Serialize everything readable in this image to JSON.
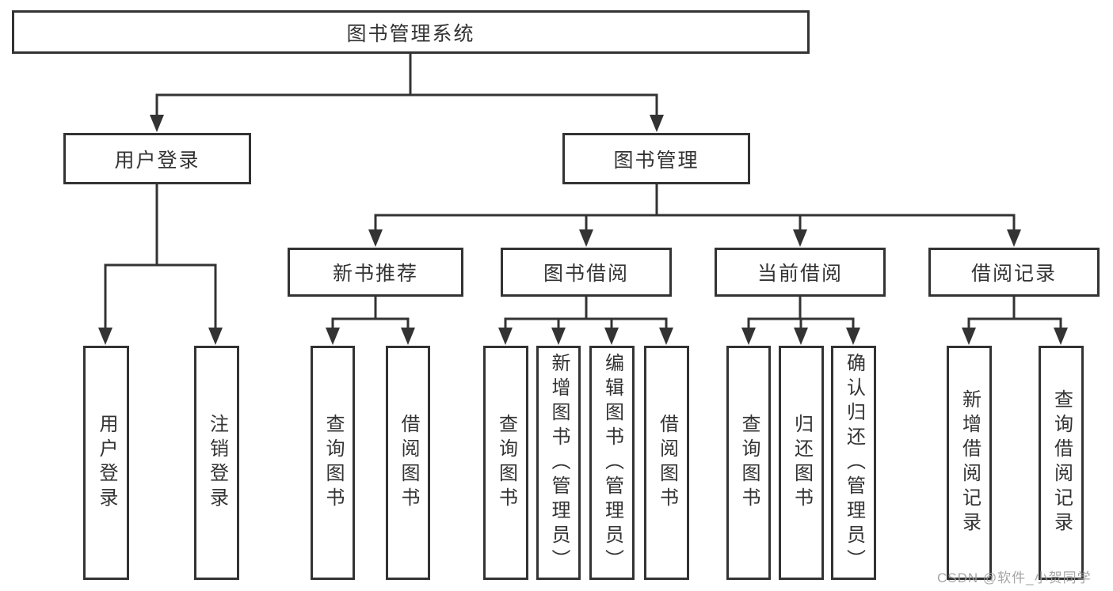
{
  "diagram_type": "hierarchy-tree",
  "tree": {
    "label": "图书管理系统",
    "children": [
      {
        "label": "用户登录",
        "children": [
          {
            "label": "用户登录"
          },
          {
            "label": "注销登录"
          }
        ]
      },
      {
        "label": "图书管理",
        "children": [
          {
            "label": "新书推荐",
            "children": [
              {
                "label": "查询图书"
              },
              {
                "label": "借阅图书"
              }
            ]
          },
          {
            "label": "图书借阅",
            "children": [
              {
                "label": "查询图书"
              },
              {
                "label": "新增图书（管理员）"
              },
              {
                "label": "编辑图书（管理员）"
              },
              {
                "label": "借阅图书"
              }
            ]
          },
          {
            "label": "当前借阅",
            "children": [
              {
                "label": "查询图书"
              },
              {
                "label": "归还图书"
              },
              {
                "label": "确认归还（管理员）"
              }
            ]
          },
          {
            "label": "借阅记录",
            "children": [
              {
                "label": "新增借阅记录"
              },
              {
                "label": "查询借阅记录"
              }
            ]
          }
        ]
      }
    ]
  },
  "watermark": {
    "text": "CSDN @软件_小贺同学",
    "color": "#9e9e9e"
  },
  "style": {
    "line_color": "#333333",
    "box_background": "#ffffff",
    "text_color": "#333333"
  }
}
